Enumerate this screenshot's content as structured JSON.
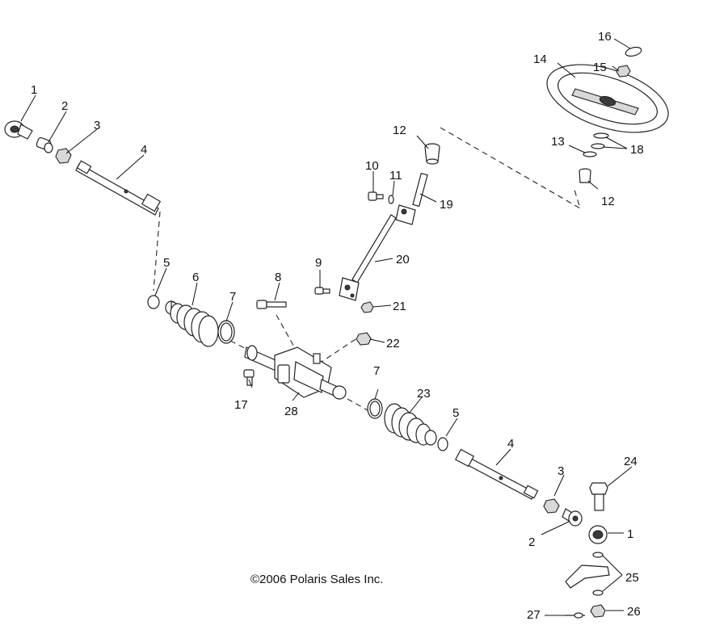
{
  "copyright": "©2006 Polaris Sales Inc.",
  "callouts": [
    "1",
    "2",
    "3",
    "4",
    "5",
    "6",
    "7",
    "8",
    "9",
    "10",
    "11",
    "12",
    "13",
    "14",
    "15",
    "16",
    "17",
    "18",
    "19",
    "20",
    "21",
    "22",
    "23",
    "24",
    "25",
    "26",
    "27",
    "28"
  ],
  "parts": [
    "tie-rod-end",
    "jam-nut",
    "hex-nut",
    "tie-rod",
    "boot-clamp-small",
    "boot",
    "boot-clamp-large",
    "bolt",
    "bolt",
    "bolt",
    "washer",
    "bushing",
    "washer",
    "steering-wheel",
    "nut",
    "cap",
    "bolt",
    "washer",
    "u-joint-upper",
    "steering-shaft",
    "nut",
    "nut",
    "boot",
    "bolt",
    "washer",
    "nut",
    "cotter-pin",
    "rack-and-pinion"
  ]
}
